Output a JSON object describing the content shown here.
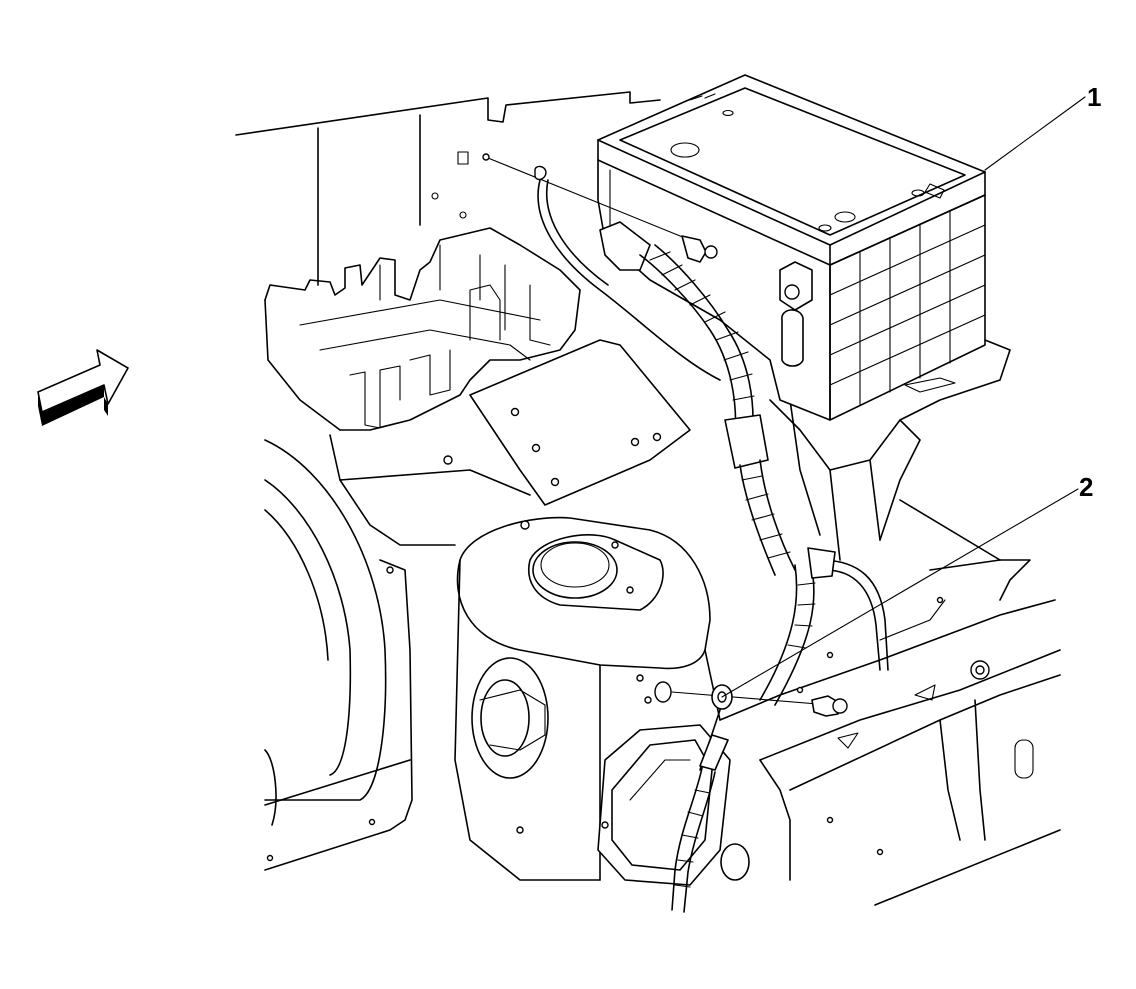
{
  "diagram": {
    "callouts": [
      {
        "id": "1",
        "label": "1",
        "part": "battery"
      },
      {
        "id": "2",
        "label": "2",
        "part": "negative-cable-ground-bolt"
      }
    ],
    "colors": {
      "line": "#000000",
      "background": "#ffffff"
    }
  }
}
